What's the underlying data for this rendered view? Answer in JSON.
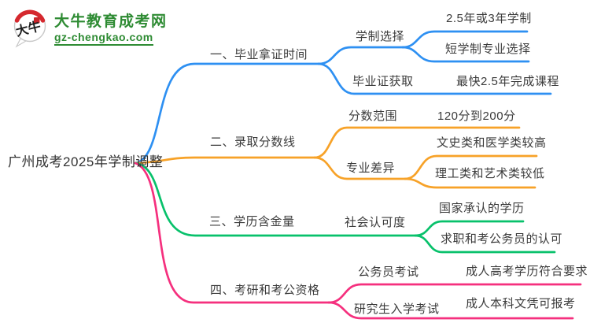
{
  "logo": {
    "site_name": "大牛教育成考网",
    "site_url": "gz-chengkao.com",
    "badge_text": "大牛",
    "brand_green": "#2e8b33",
    "badge_red": "#d5282e"
  },
  "root": {
    "label": "广州成考2025年学制调整"
  },
  "branches": [
    {
      "label": "一、毕业拿证时间",
      "color": "#2e90f2",
      "children": [
        {
          "label": "学制选择",
          "children": [
            {
              "label": "2.5年或3年学制"
            },
            {
              "label": "短学制专业选择"
            }
          ]
        },
        {
          "label": "毕业证获取",
          "children": [
            {
              "label": "最快2.5年完成课程"
            }
          ]
        }
      ]
    },
    {
      "label": "二、录取分数线",
      "color": "#f7a228",
      "children": [
        {
          "label": "分数范围",
          "children": [
            {
              "label": "120分到200分"
            }
          ]
        },
        {
          "label": "专业差异",
          "children": [
            {
              "label": "文史类和医学类较高"
            },
            {
              "label": "理工类和艺术类较低"
            }
          ]
        }
      ]
    },
    {
      "label": "三、学历含金量",
      "color": "#08c16b",
      "children": [
        {
          "label": "社会认可度",
          "children": [
            {
              "label": "国家承认的学历"
            },
            {
              "label": "求职和考公务员的认可"
            }
          ]
        }
      ]
    },
    {
      "label": "四、考研和考公资格",
      "color": "#f5307e",
      "children": [
        {
          "label": "公务员考试",
          "children": [
            {
              "label": "成人高考学历符合要求"
            }
          ]
        },
        {
          "label": "研究生入学考试",
          "children": [
            {
              "label": "成人本科文凭可报考"
            }
          ]
        }
      ]
    }
  ]
}
